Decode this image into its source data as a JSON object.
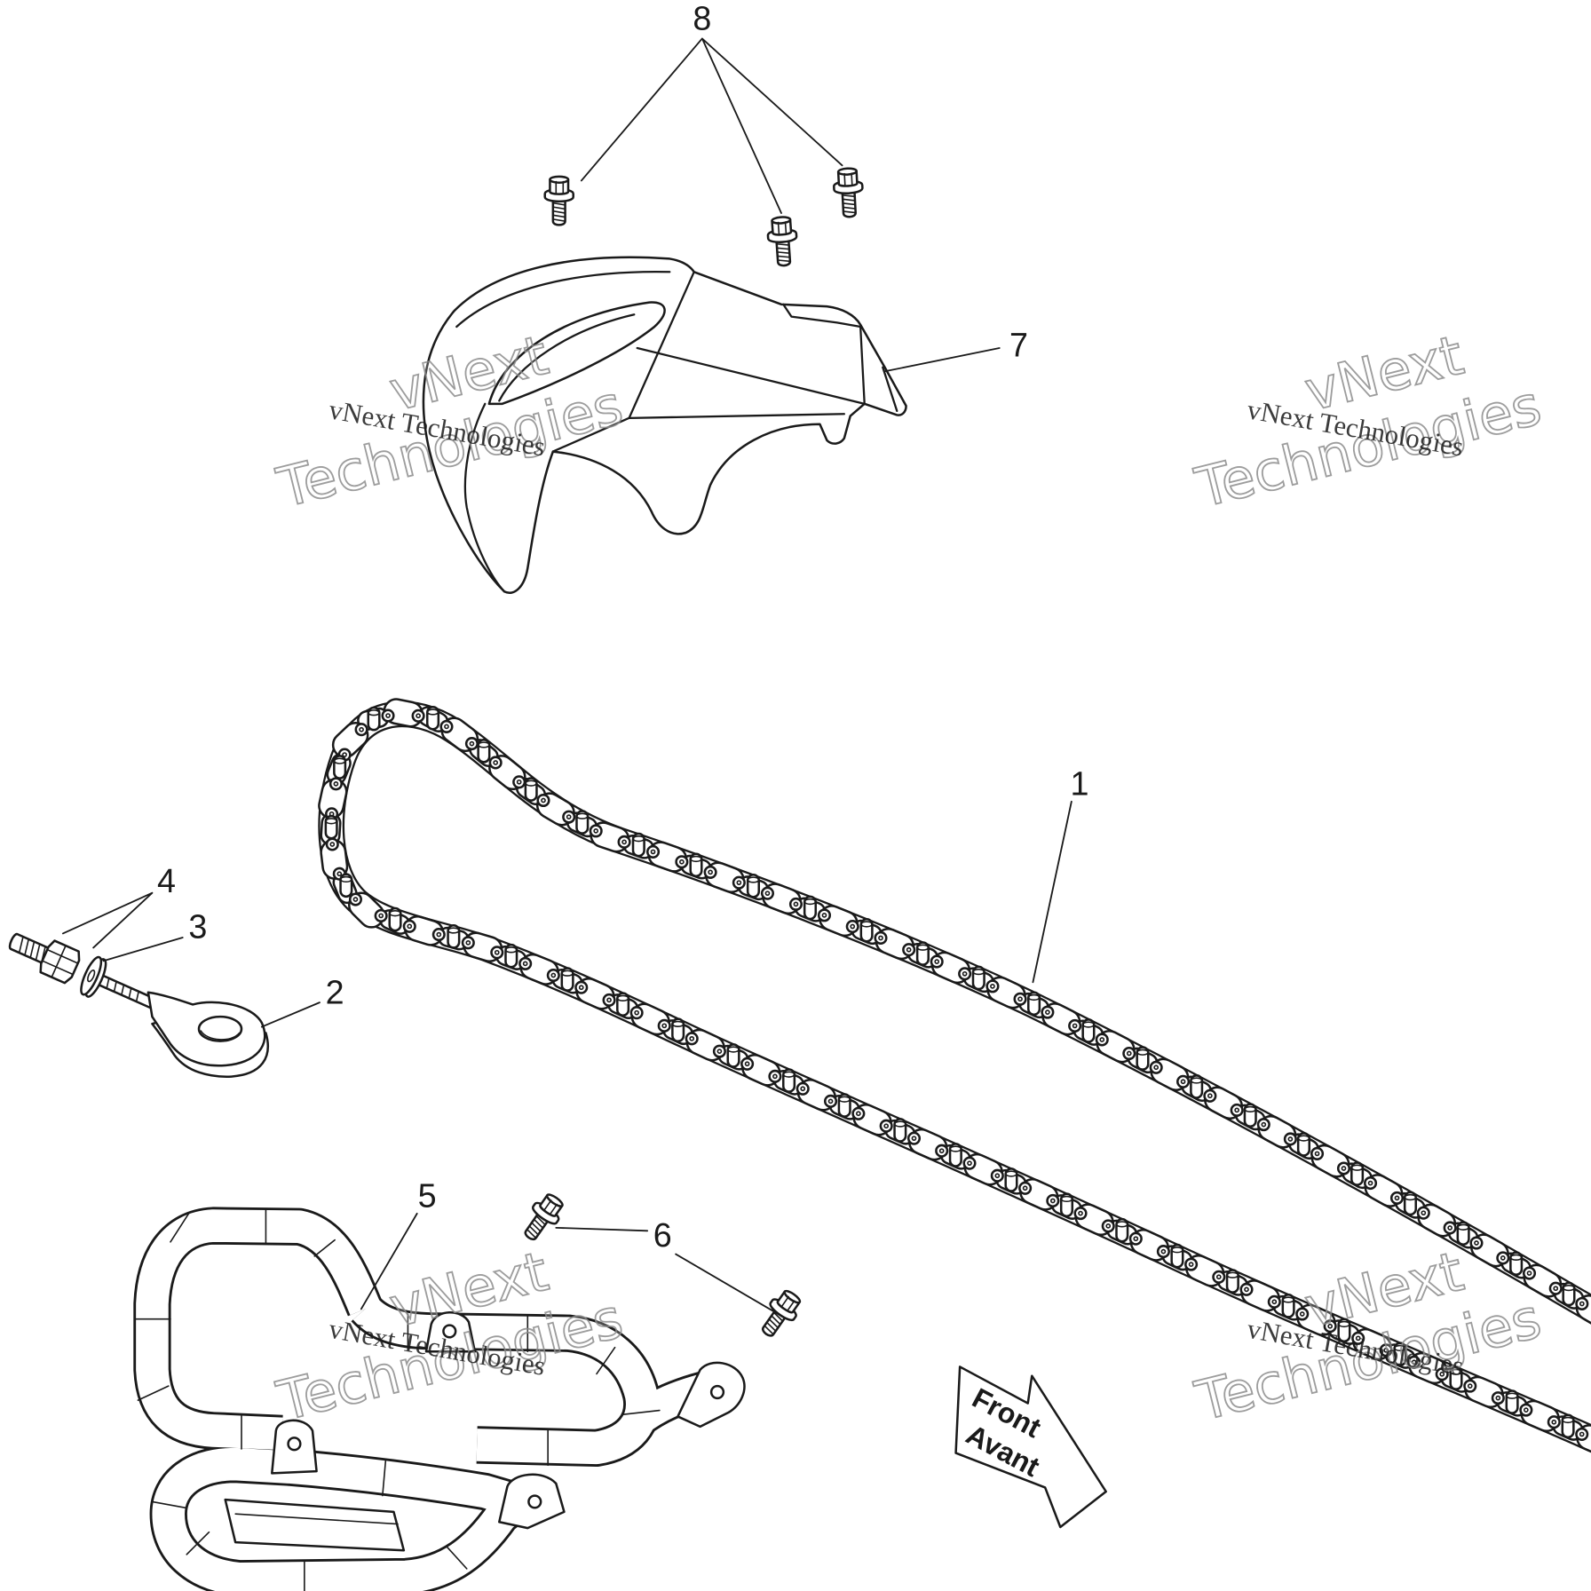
{
  "callouts": {
    "item_1": "1",
    "item_2": "2",
    "item_3": "3",
    "item_4": "4",
    "item_5": "5",
    "item_6": "6",
    "item_7": "7",
    "item_8": "8"
  },
  "direction_arrow": {
    "line1": "Front",
    "line2": "Avant"
  },
  "watermark": {
    "small": "vNext Technologies",
    "large_line1": "vNext",
    "large_line2": "Technologies"
  },
  "colors": {
    "ink": "#1a1a1a",
    "paper": "#ffffff",
    "watermark": "#8c8c8c"
  }
}
